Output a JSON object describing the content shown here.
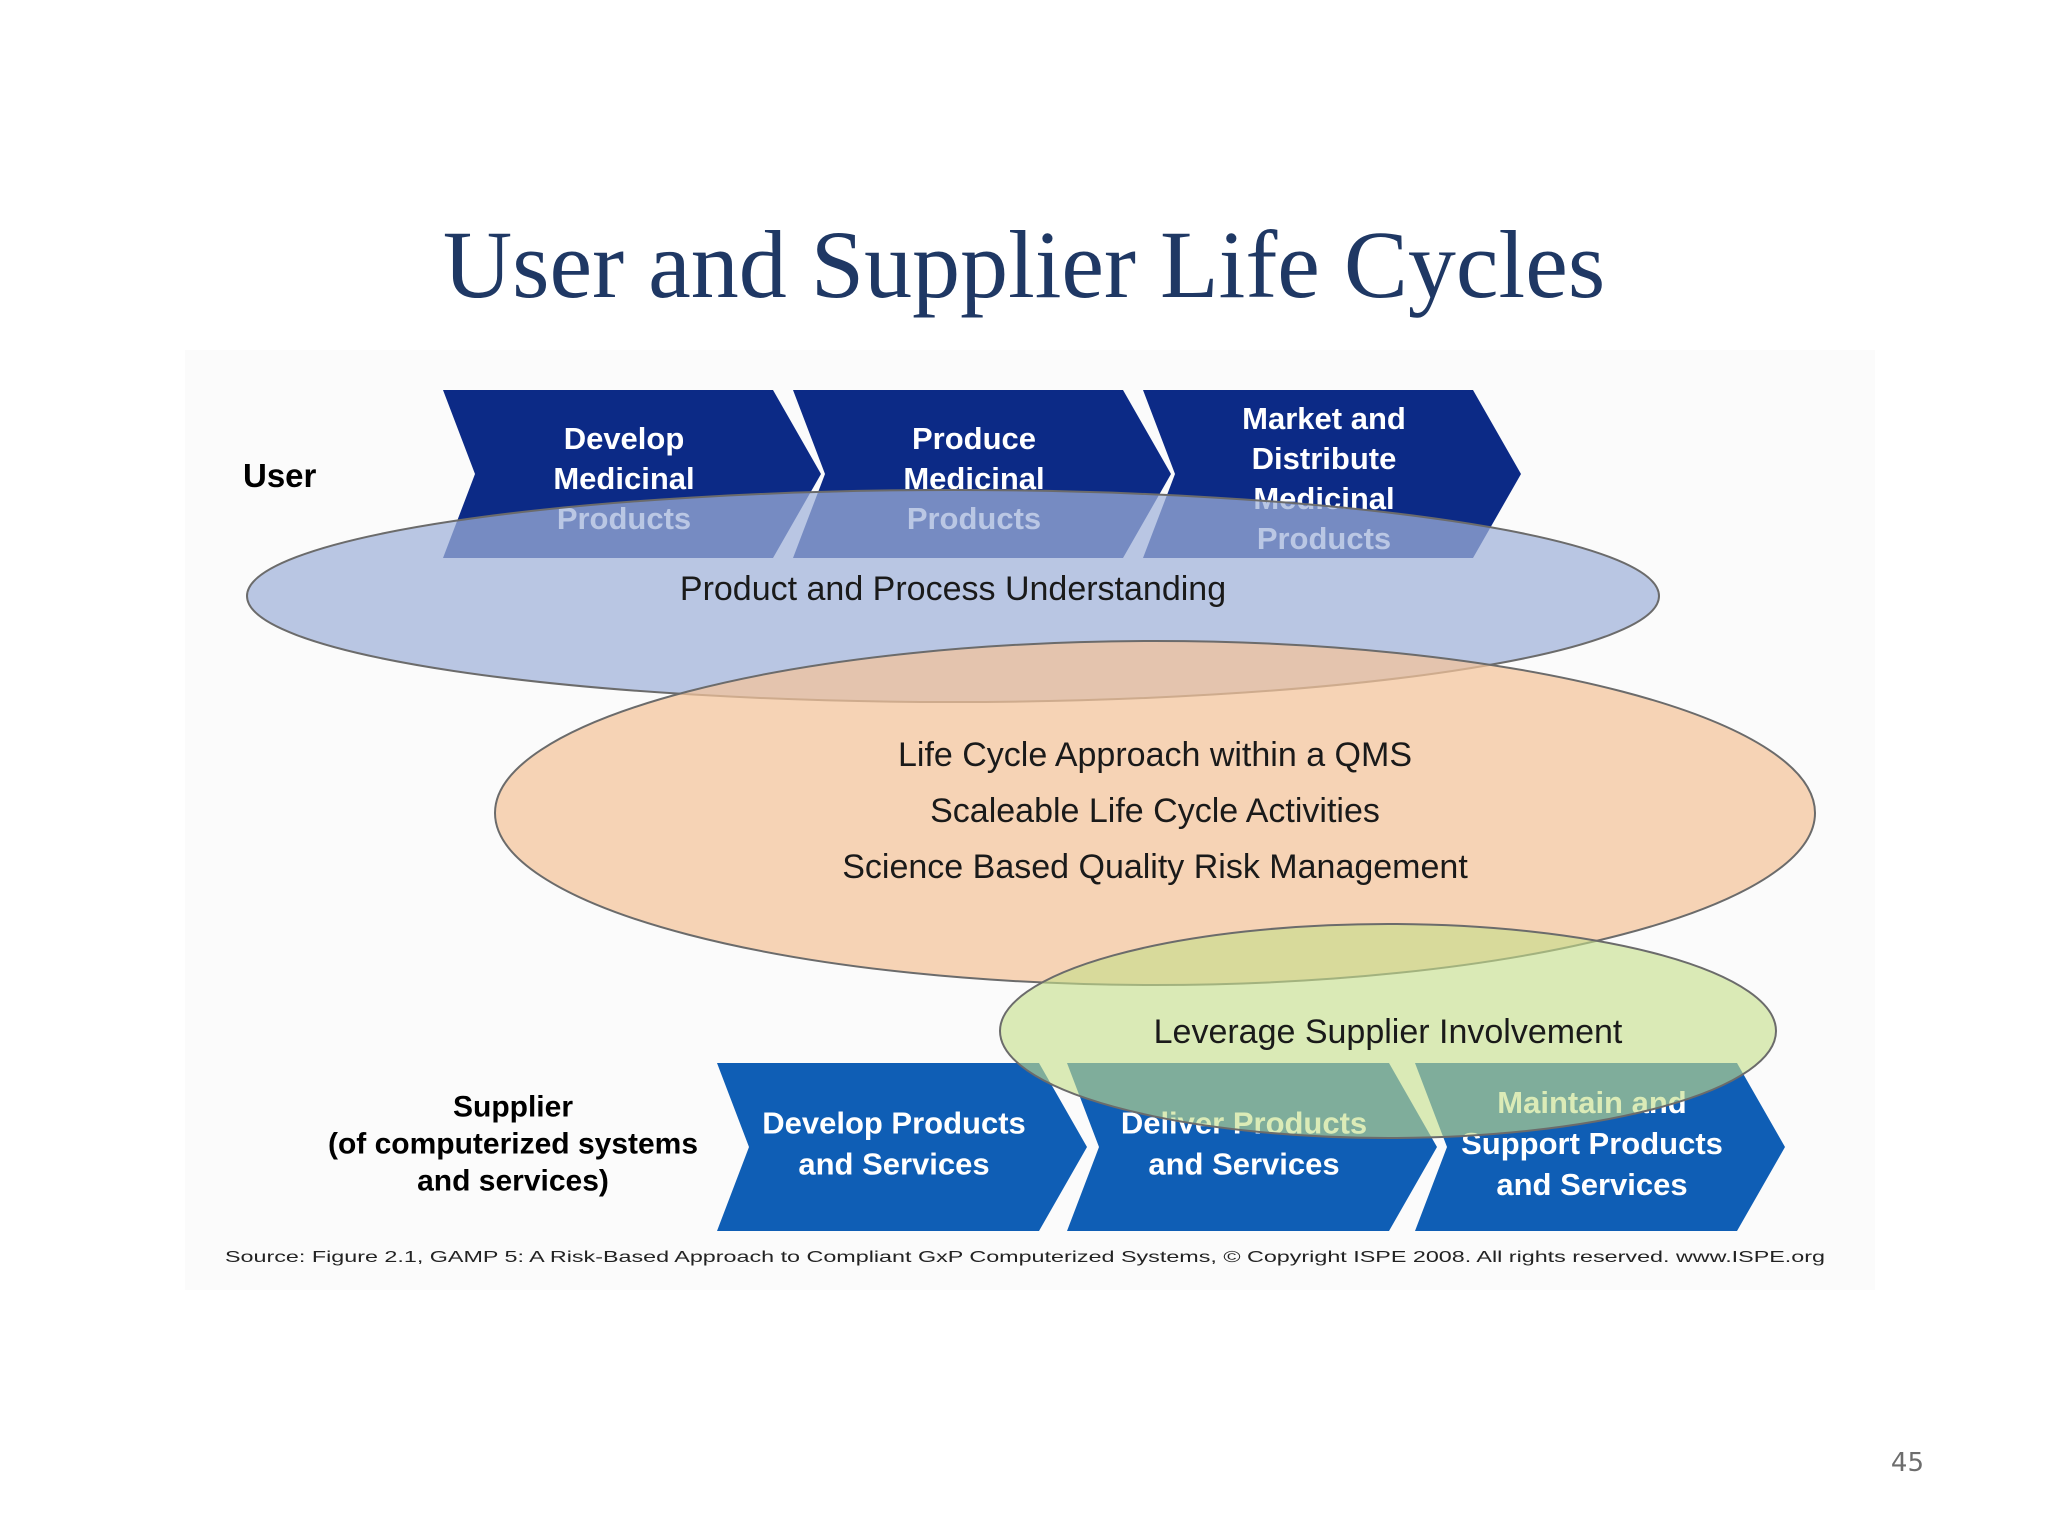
{
  "title": "User and Supplier Life Cycles",
  "diagram": {
    "user_label": "User",
    "user_chevrons": [
      {
        "lines": [
          "Develop",
          "Medicinal",
          "Products"
        ]
      },
      {
        "lines": [
          "Produce",
          "Medicinal",
          "Products"
        ]
      },
      {
        "lines": [
          "Market and",
          "Distribute",
          "Medicinal",
          "Products"
        ]
      }
    ],
    "ellipses": [
      {
        "lines": [
          "Product and Process Understanding"
        ],
        "color": "#9fb1d9"
      },
      {
        "lines": [
          "Life Cycle Approach within a QMS",
          "Scaleable Life Cycle Activities",
          "Science Based Quality Risk Management"
        ],
        "color": "#f4c49a"
      },
      {
        "lines": [
          "Leverage Supplier Involvement"
        ],
        "color": "#c5df8b"
      }
    ],
    "supplier_label": {
      "lines": [
        "Supplier",
        "(of computerized systems",
        "and services)"
      ]
    },
    "supplier_chevrons": [
      {
        "lines": [
          "Develop Products",
          "and Services"
        ]
      },
      {
        "lines": [
          "Deliver Products",
          "and Services"
        ]
      },
      {
        "lines": [
          "Maintain and",
          "Support Products",
          "and Services"
        ]
      }
    ],
    "colors": {
      "user_chevron": "#0c2a86",
      "supplier_chevron": "#0f5eb5"
    },
    "source": "Source: Figure 2.1, GAMP 5: A Risk-Based Approach to Compliant GxP Computerized Systems, © Copyright ISPE 2008. All rights reserved. www.ISPE.org"
  },
  "page_number": "45"
}
